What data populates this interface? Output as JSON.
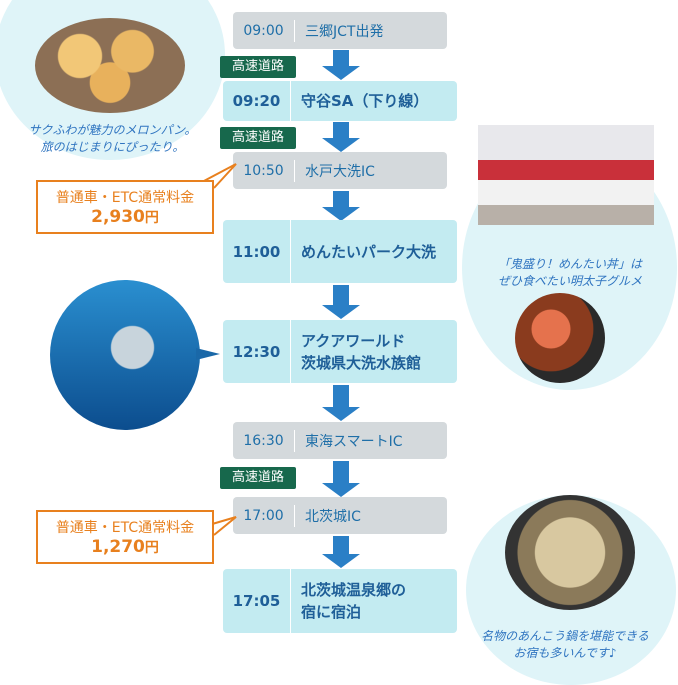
{
  "steps": [
    {
      "time": "09:00",
      "place": "三郷JCT出発"
    },
    {
      "time": "09:20",
      "place": "守谷SA（下り線）"
    },
    {
      "time": "10:50",
      "place": "水戸大洗IC"
    },
    {
      "time": "11:00",
      "place": "めんたいパーク大洗"
    },
    {
      "time": "12:30",
      "place": "アクアワールド",
      "place2": "茨城県大洗水族館"
    },
    {
      "time": "16:30",
      "place": "東海スマートIC"
    },
    {
      "time": "17:00",
      "place": "北茨城IC"
    },
    {
      "time": "17:05",
      "place": "北茨城温泉郷の",
      "place2": "宿に宿泊"
    }
  ],
  "highway_label": "高速道路",
  "tolls": [
    {
      "label": "普通車・ETC通常料金",
      "price": "2,930",
      "unit": "円"
    },
    {
      "label": "普通車・ETC通常料金",
      "price": "1,270",
      "unit": "円"
    }
  ],
  "captions": {
    "melonpan": [
      "サクふわが魅力のメロンパン。",
      "旅のはじまりにぴったり。"
    ],
    "mentai": [
      "「鬼盛り！めんたい丼」は",
      "ぜひ食べたい明太子グルメ"
    ],
    "ankou": [
      "名物のあんこう鍋を堪能できる",
      "お宿も多いんです♪"
    ]
  },
  "colors": {
    "highway": "#17684c",
    "arrow": "#2a7fc6",
    "toll": "#e8801e"
  }
}
